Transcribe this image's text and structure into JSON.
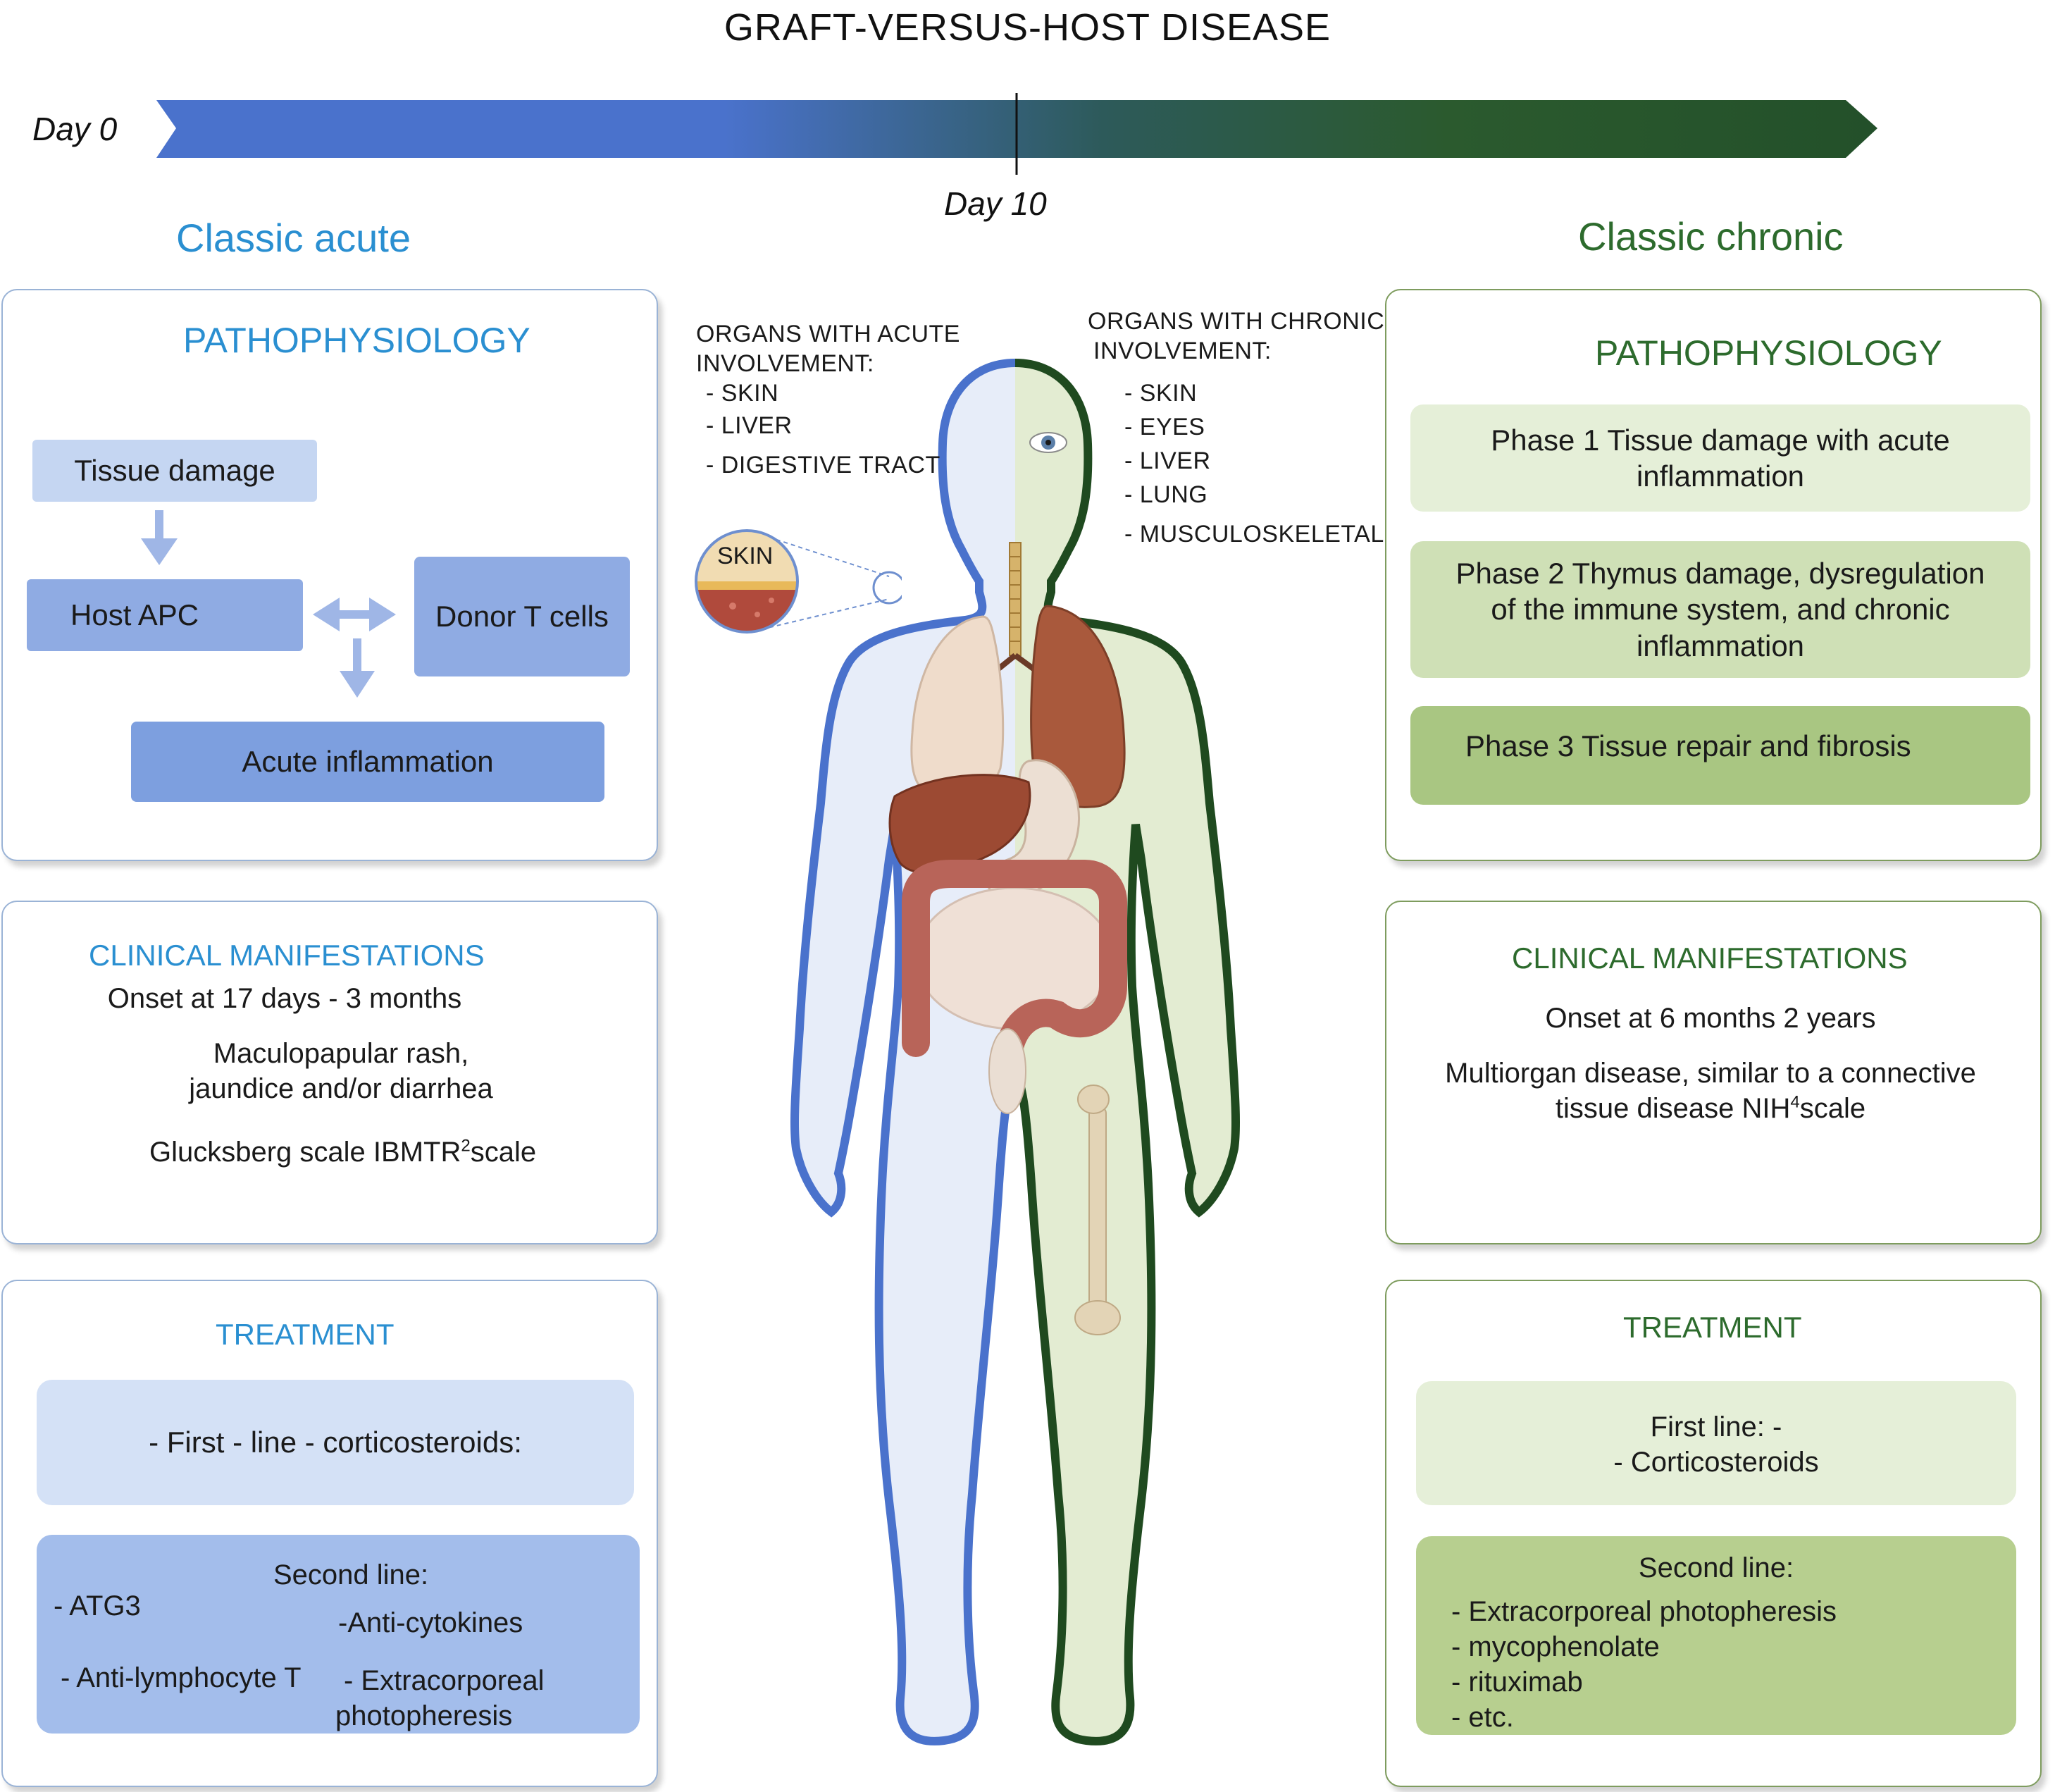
{
  "title": "GRAFT-VERSUS-HOST DISEASE",
  "timeline": {
    "start_label": "Day 0",
    "mid_label": "Day 10"
  },
  "acute": {
    "heading": "Classic acute",
    "patho": {
      "title": "PATHOPHYSIOLOGY",
      "tissue_damage": "Tissue damage",
      "host_apc": "Host APC",
      "donor_t": "Donor T cells",
      "acute_inflammation": "Acute inflammation"
    },
    "clinical": {
      "title": "CLINICAL MANIFESTATIONS",
      "onset": "Onset at 17 days - 3 months",
      "symptoms_1": "Maculopapular rash,",
      "symptoms_2": "jaundice and/or diarrhea",
      "scale_a": "Glucksberg scale IBMTR",
      "scale_sup": "2",
      "scale_b": "scale"
    },
    "treatment": {
      "title": "TREATMENT",
      "first_line": "- First - line - corticosteroids:",
      "second_line_title": "Second line:",
      "atg": "- ATG3",
      "anti_cytokines": "-Anti-cytokines",
      "anti_lymph": "- Anti-lymphocyte T",
      "ecp_1": "- Extracorporeal",
      "ecp_2": "photopheresis"
    }
  },
  "chronic": {
    "heading": "Classic chronic",
    "patho": {
      "title": "PATHOPHYSIOLOGY",
      "phase1": "Phase 1 Tissue damage with acute inflammation",
      "phase2": "Phase 2 Thymus damage, dysregulation of the immune system, and chronic inflammation",
      "phase3": "Phase 3 Tissue repair and fibrosis"
    },
    "clinical": {
      "title": "CLINICAL MANIFESTATIONS",
      "onset": "Onset at 6 months  2 years",
      "desc_1": "Multiorgan disease, similar to a connective",
      "desc_2a": "tissue disease NIH",
      "desc_sup": "4",
      "desc_2b": "scale"
    },
    "treatment": {
      "title": "TREATMENT",
      "first_line_1": "First line: -",
      "first_line_2": "- Corticosteroids",
      "second_line_title": "Second line:",
      "items": [
        "- Extracorporeal photopheresis",
        "- mycophenolate",
        "- rituximab",
        "- etc."
      ]
    }
  },
  "organs_acute": {
    "title_1": "ORGANS WITH ACUTE",
    "title_2": "INVOLVEMENT:",
    "items": [
      "- SKIN",
      "- LIVER",
      "- DIGESTIVE TRACT"
    ]
  },
  "organs_chronic": {
    "title_1": "ORGANS WITH CHRONIC",
    "title_2": "INVOLVEMENT:",
    "items": [
      "- SKIN",
      "- EYES",
      "- LIVER",
      "- LUNG",
      "- MUSCULOSKELETAL"
    ]
  },
  "skin_label": "SKIN",
  "colors": {
    "acute_blue": "#2a8fd1",
    "chronic_green": "#2d6b2d",
    "timeline_start": "#4a72cc",
    "timeline_end": "#23502a"
  },
  "icons": [
    "arrow-down-icon",
    "double-arrow-icon",
    "eye-icon",
    "lung-icon",
    "liver-icon",
    "stomach-icon",
    "intestine-icon",
    "bone-icon",
    "trachea-icon"
  ]
}
